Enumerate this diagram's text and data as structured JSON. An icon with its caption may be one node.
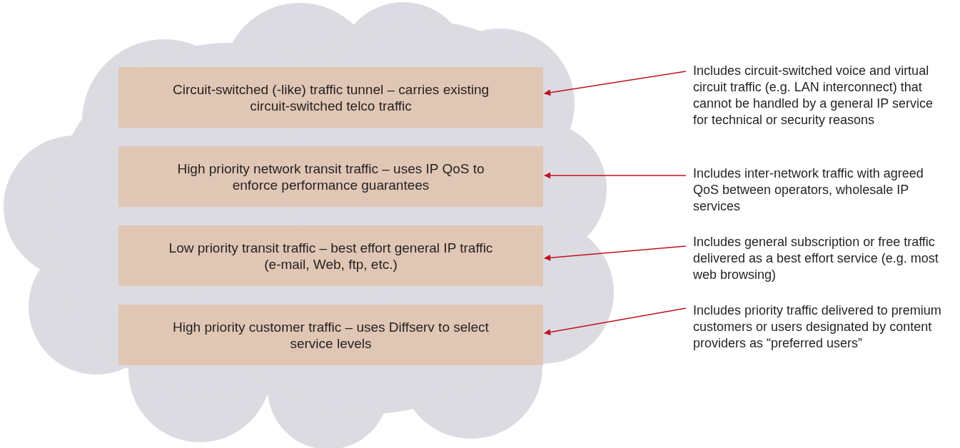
{
  "diagram": {
    "nodes": [
      {
        "text": [],
        "shape": "cloud"
      },
      {
        "text": [
          "Circuit-switched (-like) traffic tunnel – carries existing circuit-switched telco traffic"
        ],
        "in": 0
      },
      {
        "text": [
          "High priority network transit traffic – uses IP QoS to enforce performance guarantees"
        ],
        "in": 0
      },
      {
        "text": [
          "Low priority transit traffic – best effort general IP traffic (e-mail, Web, ftp, etc.)"
        ],
        "in": 0
      },
      {
        "text": [
          "High priority customer traffic – uses Diffserv to select service levels"
        ],
        "in": 0
      },
      {
        "text": [
          "Includes circuit-switched voice and virtual circuit traffic (e.g. LAN interconnect) that cannot be handled by a general IP service for technical or security reasons"
        ]
      },
      {
        "text": [
          "Includes inter-network traffic with agreed QoS between operators, wholesale IP services"
        ]
      },
      {
        "text": [
          "Includes general subscription or free traffic delivered as a best effort service (e.g. most web browsing)"
        ]
      },
      {
        "text": [
          "Includes priority traffic delivered to premium customers or users designated by content providers as “preferred users”"
        ]
      }
    ],
    "edges": [
      {
        "from": 5,
        "to": 1,
        "arrow": "to"
      },
      {
        "from": 6,
        "to": 2,
        "arrow": "to"
      },
      {
        "from": 7,
        "to": 3,
        "arrow": "to"
      },
      {
        "from": 8,
        "to": 4,
        "arrow": "to"
      }
    ]
  }
}
